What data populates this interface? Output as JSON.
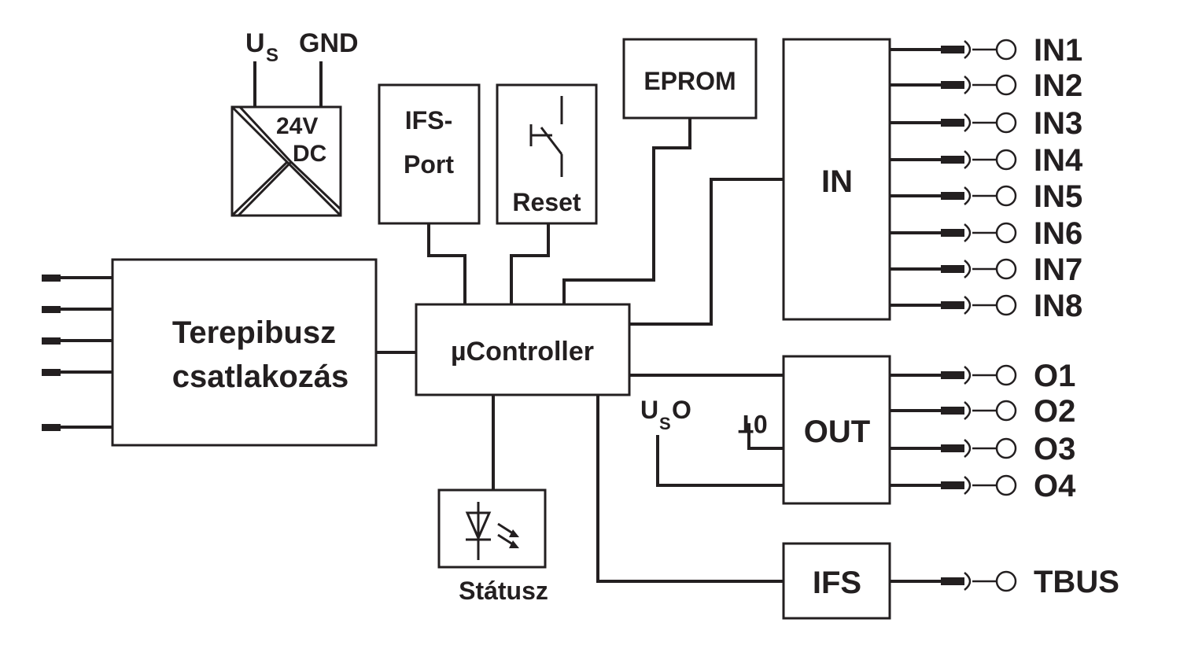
{
  "power": {
    "us_main": "U",
    "us_sub": "S",
    "gnd": "GND",
    "psu_line1": "24V",
    "psu_line2": "DC"
  },
  "ifs_port": {
    "line1": "IFS-",
    "line2": "Port"
  },
  "reset": {
    "label": "Reset"
  },
  "eprom": {
    "label": "EPROM"
  },
  "in_block": {
    "label": "IN"
  },
  "inputs": [
    "IN1",
    "IN2",
    "IN3",
    "IN4",
    "IN5",
    "IN6",
    "IN7",
    "IN8"
  ],
  "fieldbus": {
    "line1": "Terepibusz",
    "line2": "csatlakozás"
  },
  "controller": {
    "label": "µController"
  },
  "out_block": {
    "label": "OUT",
    "uso_main": "U",
    "uso_sub": "S",
    "uso_tail": "O",
    "zero_label": "0T"
  },
  "outputs": [
    "O1",
    "O2",
    "O3",
    "O4"
  ],
  "status": {
    "label": "Státusz"
  },
  "ifs": {
    "label": "IFS",
    "tbus": "TBUS"
  },
  "colors": {
    "ink": "#231f20",
    "background": "#ffffff"
  }
}
